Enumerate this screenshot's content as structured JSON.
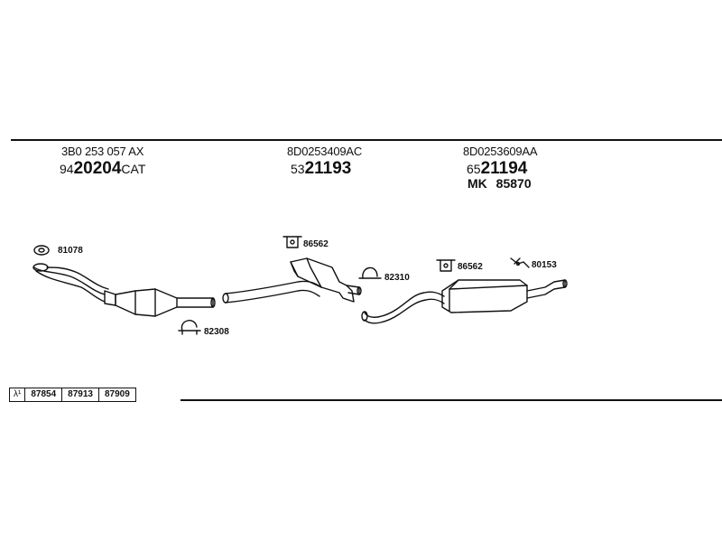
{
  "groups": [
    {
      "ref": "3B0 253 057 AX",
      "pn_prefix": "94",
      "pn_bold": "20204",
      "pn_suffix": "CAT"
    },
    {
      "ref": "8D0253409AC",
      "pn_prefix": "53",
      "pn_bold": "21193",
      "pn_suffix": ""
    },
    {
      "ref": "8D0253609AA",
      "pn_prefix": "65",
      "pn_bold": "21194",
      "pn_suffix": "",
      "kit_label": "MK",
      "kit_number": "85870"
    }
  ],
  "callouts": {
    "gasket": "81078",
    "clamp_front": "82308",
    "hanger_mid": "86562",
    "clamp_mid": "82310",
    "hanger_rear": "86562",
    "bracket_rear": "80153"
  },
  "ref_table": {
    "lambda": "λ¹",
    "values": [
      "87854",
      "87913",
      "87909"
    ]
  }
}
